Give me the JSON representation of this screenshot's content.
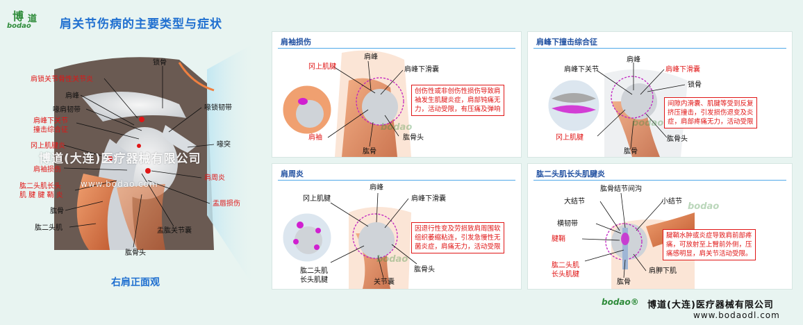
{
  "header": {
    "logo_glyph_1": "博",
    "logo_glyph_2": "道",
    "logo_word": "bodao",
    "title": "肩关节伤病的主要类型与症状"
  },
  "left": {
    "caption": "右肩正面观",
    "watermark_company": "博道(大连)医疗器械有限公司",
    "watermark_url": "www.bodao.com",
    "labels": {
      "acj_arthritis": "肩锁关节骨性关节炎",
      "acromion": "肩峰",
      "coracoacromial": "喙肩韧带",
      "impingement": "肩峰下关节\n撞击综合征",
      "supraspinatus_tendinitis": "冈上肌腱炎",
      "rotator_cuff": "肩袖损伤",
      "biceps_tenosynovitis": "肱二头肌长头\n肌 腱 腱 鞘 炎",
      "humerus": "肱骨",
      "biceps": "肱二头肌",
      "clavicle": "锁骨",
      "coracoclavicular": "喙锁韧带",
      "coracoid": "喙突",
      "frozen": "肩周炎",
      "labrum": "盂唇损伤",
      "gh_bursa": "盂肱关节囊",
      "humeral_head": "肱骨头"
    }
  },
  "cards": {
    "rotator": {
      "title": "肩袖损伤",
      "labels": {
        "supraspinatus": "冈上肌腱",
        "acromion": "肩峰",
        "bursa": "肩峰下滑囊",
        "cuff": "肩袖",
        "humerus": "肱骨",
        "head": "肱骨头"
      },
      "desc": "创伤性或非创伤性损伤导致肩\n袖发生肌腱炎症，肩部钝痛无\n力，活动受限，有压痛及弹响"
    },
    "impingement": {
      "title": "肩峰下撞击综合征",
      "labels": {
        "joint": "肩峰下关节",
        "acromion": "肩峰",
        "bursa": "肩峰下滑囊",
        "clavicle": "锁骨",
        "supraspinatus": "冈上肌腱",
        "humerus": "肱骨",
        "head": "肱骨头"
      },
      "desc": "间隙内滑囊、肌腱等受到反复\n挤压撞击，引发损伤退变及炎\n症，肩部疼痛无力，活动受限"
    },
    "frozen": {
      "title": "肩周炎",
      "labels": {
        "supraspinatus": "冈上肌腱",
        "acromion": "肩峰",
        "bursa": "肩峰下滑囊",
        "biceps": "肱二头肌\n长头肌腱",
        "capsule": "关节囊",
        "head": "肱骨头"
      },
      "desc": "因退行性变及劳损致肩周围软\n组织萎缩粘连，引发急慢性无\n菌炎症，肩痛无力，活动受限"
    },
    "biceps": {
      "title": "肱二头肌长头肌腱炎",
      "labels": {
        "groove": "肱骨结节间沟",
        "greater": "大结节",
        "lesser": "小结节",
        "transverse": "横韧带",
        "sheath": "腱鞘",
        "biceps": "肱二头肌\n长头肌腱",
        "subscap": "肩胛下肌",
        "humerus": "肱骨"
      },
      "desc": "腱鞘水肿或炎症导致肩前部疼\n痛，可放射至上臂前外侧，压\n痛感明显，肩关节活动受限。"
    }
  },
  "footer": {
    "brand": "bodao®",
    "company": "博道(大连)医疗器械有限公司",
    "url": "www.bodaodl.com"
  },
  "colors": {
    "title_blue": "#1f6fd0",
    "label_red": "#e01515",
    "brand_green": "#2e8b3a",
    "muscle": "#e0804a",
    "bone": "#c9cdd2",
    "inflamed": "#d020d0"
  }
}
